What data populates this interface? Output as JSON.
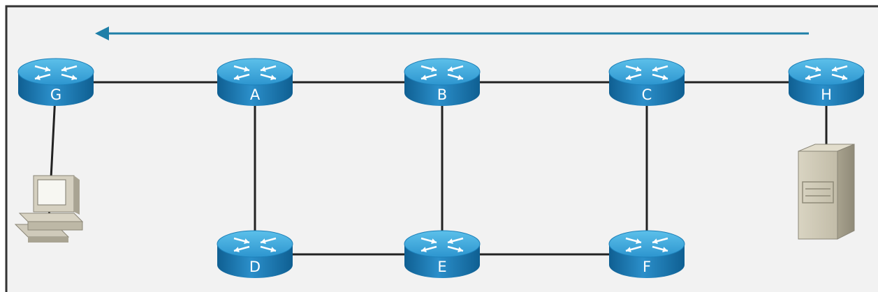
{
  "diagram": {
    "routers": [
      {
        "id": "G",
        "label": "G"
      },
      {
        "id": "A",
        "label": "A"
      },
      {
        "id": "B",
        "label": "B"
      },
      {
        "id": "C",
        "label": "C"
      },
      {
        "id": "H",
        "label": "H"
      },
      {
        "id": "D",
        "label": "D"
      },
      {
        "id": "E",
        "label": "E"
      },
      {
        "id": "F",
        "label": "F"
      }
    ],
    "links": [
      [
        "G",
        "A"
      ],
      [
        "A",
        "B"
      ],
      [
        "B",
        "C"
      ],
      [
        "C",
        "H"
      ],
      [
        "A",
        "D"
      ],
      [
        "B",
        "E"
      ],
      [
        "C",
        "F"
      ],
      [
        "D",
        "E"
      ],
      [
        "E",
        "F"
      ],
      [
        "G",
        "pc"
      ],
      [
        "H",
        "server"
      ]
    ],
    "hosts": [
      {
        "id": "pc",
        "icon": "desktop-computer-icon",
        "attached_to": "G"
      },
      {
        "id": "server",
        "icon": "server-tower-icon",
        "attached_to": "H"
      }
    ],
    "traffic_direction": {
      "from": "H",
      "to": "G",
      "icon": "arrow-left-icon"
    },
    "colors": {
      "router_top": "#3aa3d6",
      "router_side": "#1679b4",
      "link": "#222222",
      "arrow": "#1e7fa8",
      "background": "#f2f2f2",
      "frame": "#333333"
    }
  }
}
